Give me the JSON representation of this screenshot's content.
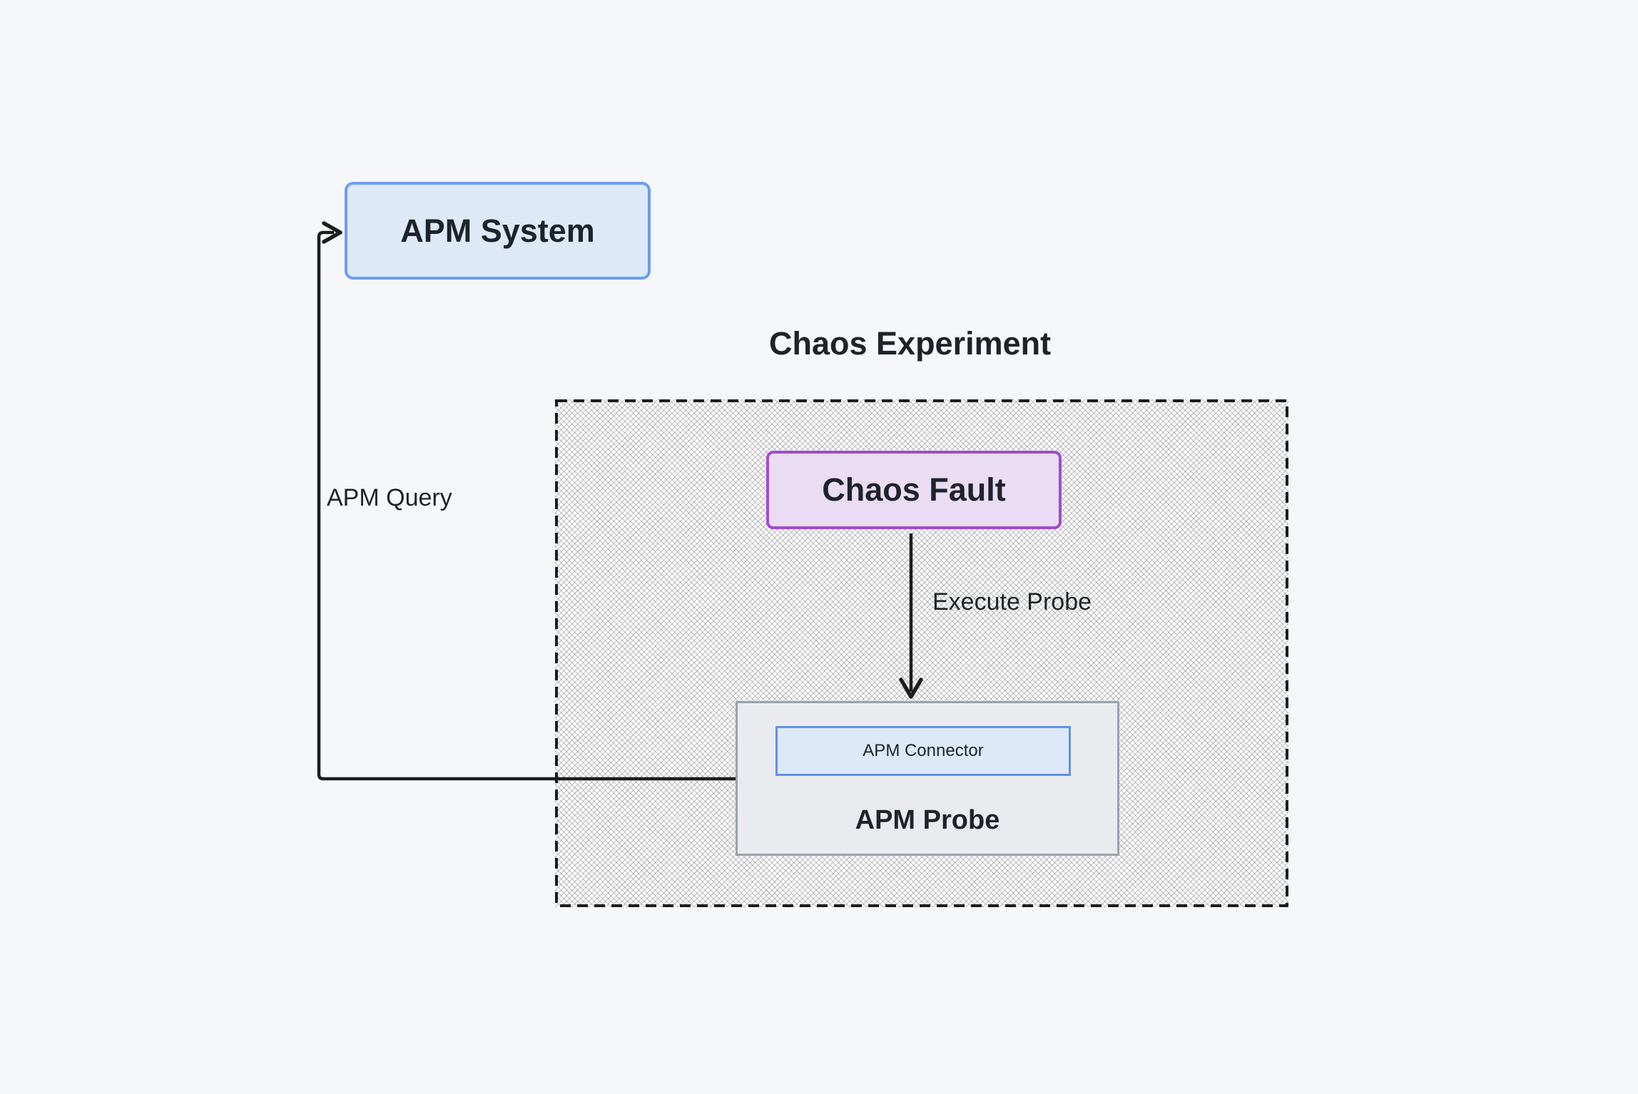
{
  "diagram": {
    "group": {
      "title": "Chaos Experiment"
    },
    "nodes": {
      "apm_system": {
        "label": "APM System"
      },
      "chaos_fault": {
        "label": "Chaos Fault"
      },
      "apm_probe": {
        "label": "APM Probe"
      },
      "apm_connector": {
        "label": "APM Connector"
      }
    },
    "edges": {
      "execute_probe": {
        "label": "Execute Probe",
        "from": "chaos_fault",
        "to": "apm_probe"
      },
      "apm_query": {
        "label": "APM Query",
        "from": "apm_connector",
        "to": "apm_system"
      }
    }
  },
  "colors": {
    "canvas_bg": "#f5f7fa",
    "text": "#1e232a",
    "line": "#1d1d1d",
    "dashed_border": "#1c1c1c",
    "apm_system_fill": "#dee9f8",
    "apm_system_border": "#6b9df2",
    "chaos_fault_fill": "#e9dcf3",
    "chaos_fault_border": "#a14bcf",
    "apm_probe_fill": "#e9ebee",
    "apm_probe_border": "#9aa2ac",
    "apm_connector_fill": "#dde9f8",
    "apm_connector_border": "#6092e2"
  }
}
